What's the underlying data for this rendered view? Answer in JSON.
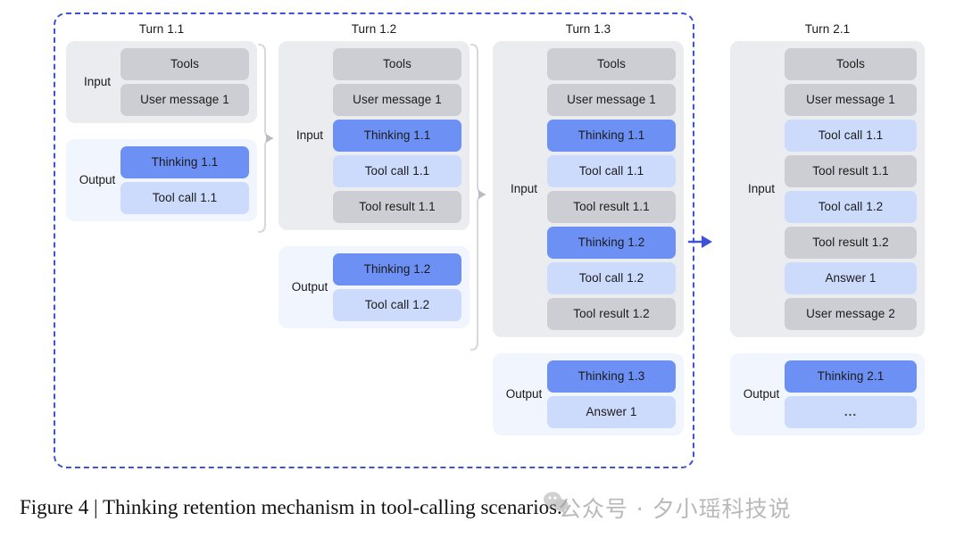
{
  "figure": {
    "caption_text": "Figure 4 | Thinking retention mechanism in tool-calling scenarios.",
    "watermark_text": "公众号 · 夕小瑶科技说",
    "watermark_icon": "wechat-bubble-icon",
    "boundary": {
      "name": "thinking-retention-boundary",
      "style": "dashed",
      "color": "#3f51d6"
    },
    "colors": {
      "input_panel_bg": "#eaecf0",
      "output_panel_bg": "#f1f5fd",
      "chip_gray": "#ccced3",
      "chip_thinking": "#6d90f4",
      "chip_lightblue": "#ccdbfb",
      "dashed_border": "#3f51d6",
      "brace": "#d4d6da",
      "arrow_blue": "#3f51d6"
    }
  },
  "columns": [
    {
      "title": "Turn 1.1",
      "input": {
        "label": "Input",
        "items": [
          {
            "text": "Tools",
            "kind": "gray"
          },
          {
            "text": "User message 1",
            "kind": "gray"
          }
        ]
      },
      "output": {
        "label": "Output",
        "items": [
          {
            "text": "Thinking 1.1",
            "kind": "thinking"
          },
          {
            "text": "Tool call 1.1",
            "kind": "lightblue"
          }
        ]
      }
    },
    {
      "title": "Turn 1.2",
      "input": {
        "label": "Input",
        "items": [
          {
            "text": "Tools",
            "kind": "gray"
          },
          {
            "text": "User message 1",
            "kind": "gray"
          },
          {
            "text": "Thinking 1.1",
            "kind": "thinking"
          },
          {
            "text": "Tool call 1.1",
            "kind": "lightblue"
          },
          {
            "text": "Tool result 1.1",
            "kind": "gray"
          }
        ]
      },
      "output": {
        "label": "Output",
        "items": [
          {
            "text": "Thinking 1.2",
            "kind": "thinking"
          },
          {
            "text": "Tool call 1.2",
            "kind": "lightblue"
          }
        ]
      }
    },
    {
      "title": "Turn 1.3",
      "input": {
        "label": "Input",
        "items": [
          {
            "text": "Tools",
            "kind": "gray"
          },
          {
            "text": "User message 1",
            "kind": "gray"
          },
          {
            "text": "Thinking 1.1",
            "kind": "thinking"
          },
          {
            "text": "Tool call 1.1",
            "kind": "lightblue"
          },
          {
            "text": "Tool result 1.1",
            "kind": "gray"
          },
          {
            "text": "Thinking 1.2",
            "kind": "thinking"
          },
          {
            "text": "Tool call 1.2",
            "kind": "lightblue"
          },
          {
            "text": "Tool result 1.2",
            "kind": "gray"
          }
        ]
      },
      "output": {
        "label": "Output",
        "items": [
          {
            "text": "Thinking 1.3",
            "kind": "thinking"
          },
          {
            "text": "Answer 1",
            "kind": "lightblue"
          }
        ]
      }
    },
    {
      "title": "Turn 2.1",
      "input": {
        "label": "Input",
        "items": [
          {
            "text": "Tools",
            "kind": "gray"
          },
          {
            "text": "User message 1",
            "kind": "gray"
          },
          {
            "text": "Tool call 1.1",
            "kind": "lightblue"
          },
          {
            "text": "Tool result 1.1",
            "kind": "gray"
          },
          {
            "text": "Tool call 1.2",
            "kind": "lightblue"
          },
          {
            "text": "Tool result 1.2",
            "kind": "gray"
          },
          {
            "text": "Answer 1",
            "kind": "lightblue"
          },
          {
            "text": "User message 2",
            "kind": "gray"
          }
        ]
      },
      "output": {
        "label": "Output",
        "items": [
          {
            "text": "Thinking 2.1",
            "kind": "thinking"
          },
          {
            "text": "...",
            "kind": "dots"
          }
        ]
      }
    }
  ],
  "connectors": [
    {
      "name": "brace-turn11-to-turn12",
      "type": "curly-brace-arrow"
    },
    {
      "name": "brace-turn12-to-turn13",
      "type": "curly-brace-arrow"
    },
    {
      "name": "arrow-turn13-to-turn21",
      "type": "blue-arrow"
    }
  ]
}
